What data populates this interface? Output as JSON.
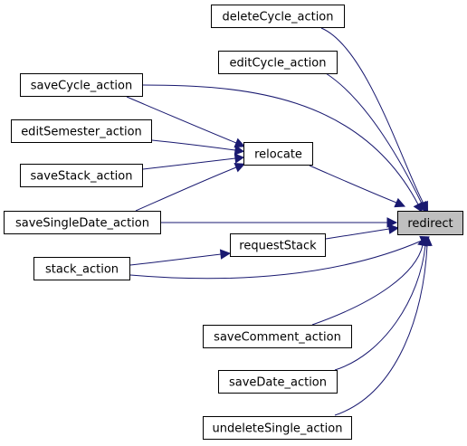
{
  "graph": {
    "target": "redirect",
    "nodes": {
      "redirect": "redirect",
      "deleteCycle_action": "deleteCycle_action",
      "editCycle_action": "editCycle_action",
      "saveCycle_action": "saveCycle_action",
      "editSemester_action": "editSemester_action",
      "saveStack_action": "saveStack_action",
      "saveSingleDate_action": "saveSingleDate_action",
      "relocate": "relocate",
      "requestStack": "requestStack",
      "stack_action": "stack_action",
      "saveComment_action": "saveComment_action",
      "saveDate_action": "saveDate_action",
      "undeleteSingle_action": "undeleteSingle_action"
    },
    "edges": [
      [
        "deleteCycle_action",
        "redirect"
      ],
      [
        "editCycle_action",
        "redirect"
      ],
      [
        "saveCycle_action",
        "redirect"
      ],
      [
        "saveCycle_action",
        "relocate"
      ],
      [
        "editSemester_action",
        "relocate"
      ],
      [
        "saveStack_action",
        "relocate"
      ],
      [
        "saveSingleDate_action",
        "relocate"
      ],
      [
        "saveSingleDate_action",
        "redirect"
      ],
      [
        "relocate",
        "redirect"
      ],
      [
        "requestStack",
        "redirect"
      ],
      [
        "stack_action",
        "requestStack"
      ],
      [
        "stack_action",
        "redirect"
      ],
      [
        "saveComment_action",
        "redirect"
      ],
      [
        "saveDate_action",
        "redirect"
      ],
      [
        "undeleteSingle_action",
        "redirect"
      ]
    ]
  }
}
